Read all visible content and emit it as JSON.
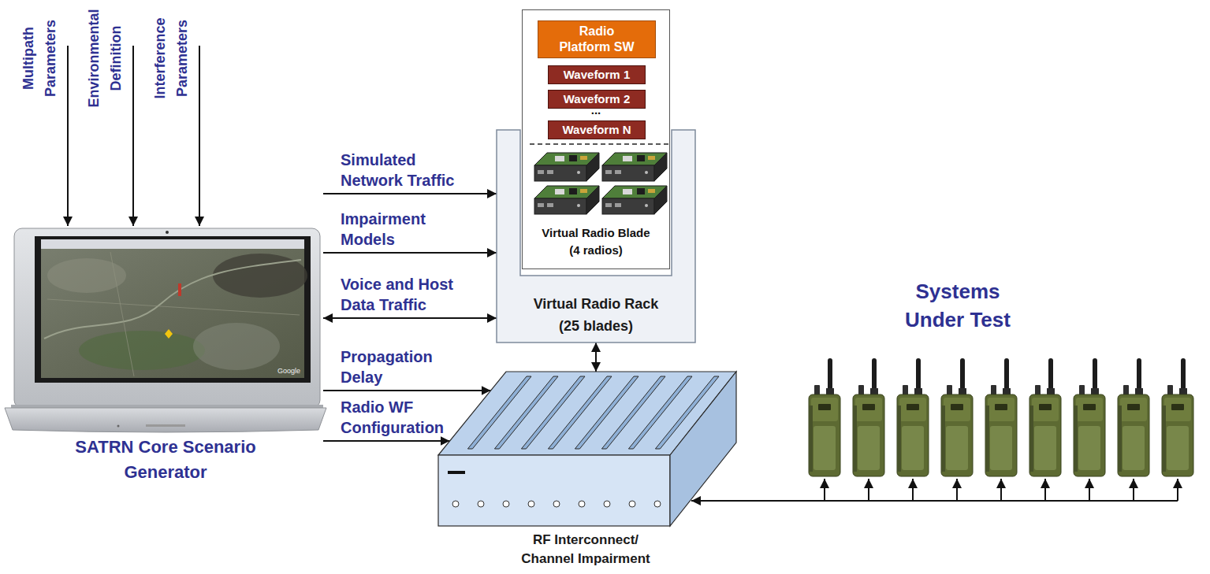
{
  "diagram": {
    "nodes": [
      {
        "text": [
          "SATRN Core Scenario Generator"
        ]
      },
      {
        "text": [
          "Virtual Radio Rack (25 blades)"
        ]
      },
      {
        "text": [
          "Virtual Radio Blade (4 radios)"
        ],
        "in": 1
      },
      {
        "text": [
          "Radio Platform SW"
        ],
        "in": 2
      },
      {
        "text": [
          "Waveform 1"
        ],
        "in": 2
      },
      {
        "text": [
          "Waveform 2"
        ],
        "in": 2
      },
      {
        "text": [
          "Waveform N"
        ],
        "in": 2
      },
      {
        "text": [
          "RF Interconnect/ Channel Impairment"
        ]
      }
    ],
    "edges": [
      {
        "from": 0,
        "to": 1,
        "label": "Simulated Network Traffic",
        "arrow": "to"
      },
      {
        "from": 0,
        "to": 1,
        "label": "Impairment Models",
        "arrow": "to"
      },
      {
        "from": 0,
        "to": 1,
        "label": "Voice and Host Data Traffic",
        "arrow": "both"
      },
      {
        "from": 0,
        "to": 7,
        "label": "Propagation Delay",
        "arrow": "to"
      },
      {
        "from": 0,
        "to": 7,
        "label": "Radio WF Configuration",
        "arrow": "to"
      },
      {
        "from": 1,
        "to": 7,
        "arrow": "both"
      }
    ],
    "labels": [
      "Multipath Parameters",
      "Environmental Definition",
      "Interference Parameters",
      "Google",
      "...",
      "Systems Under Test"
    ]
  }
}
